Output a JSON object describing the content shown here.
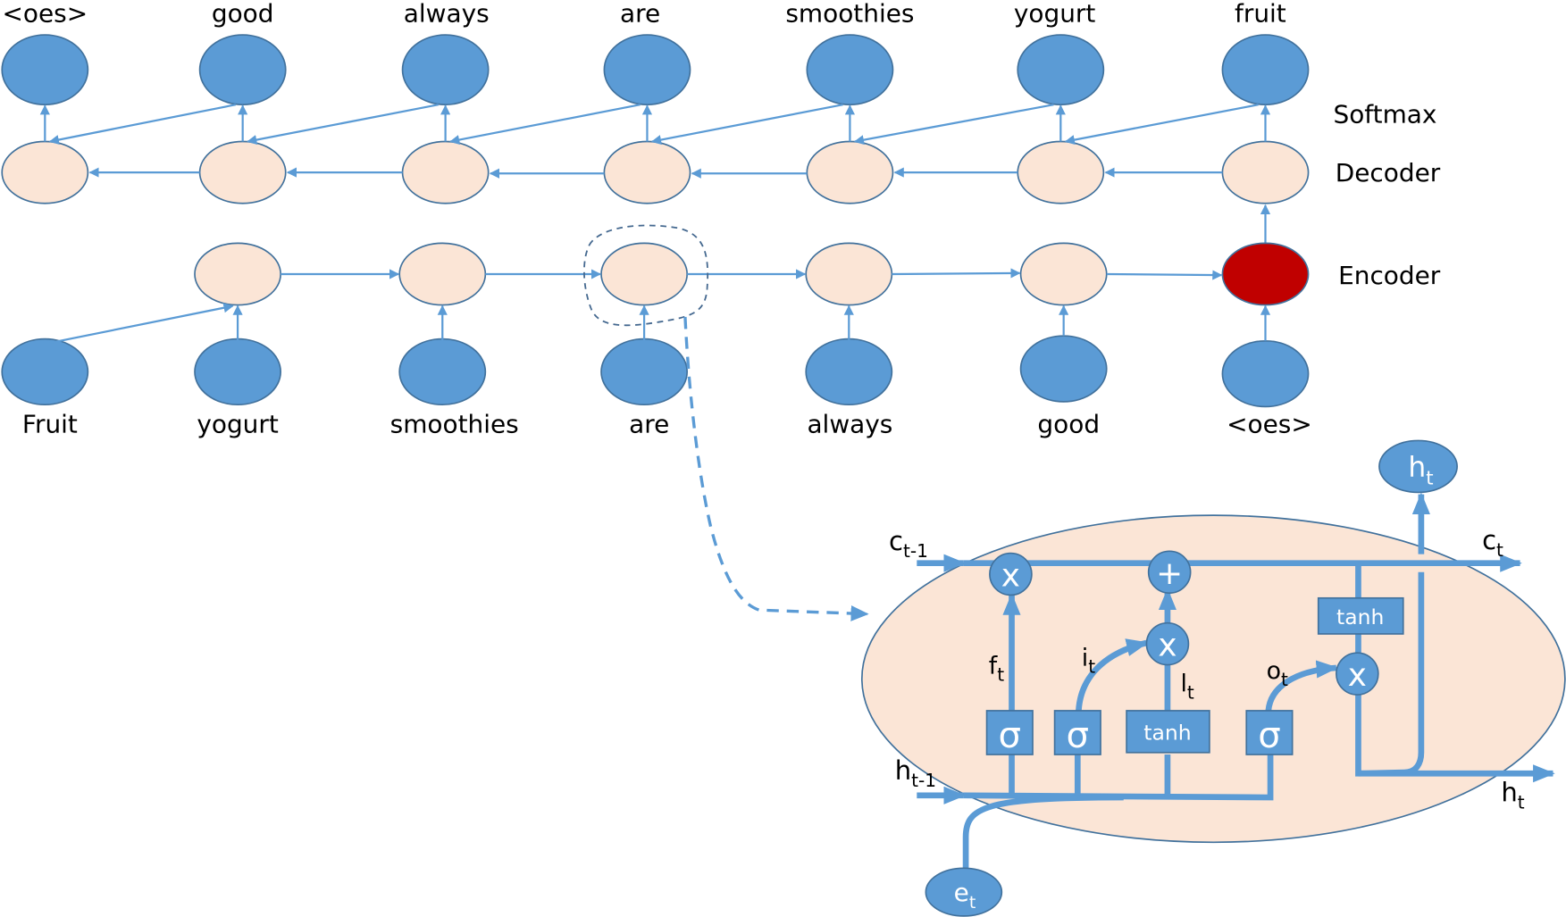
{
  "colors": {
    "blue": "#5b9bd5",
    "blue_stroke": "#41719c",
    "peach": "#fbe5d6",
    "red": "#c00000",
    "dash": "#44688f"
  },
  "layer_labels": {
    "softmax": "Softmax",
    "decoder": "Decoder",
    "encoder": "Encoder"
  },
  "output_words": [
    "<oes>",
    "good",
    "always",
    "are",
    "smoothies",
    "yogurt",
    "fruit"
  ],
  "input_words": [
    "Fruit",
    "yogurt",
    "smoothies",
    "are",
    "always",
    "good",
    "<oes>"
  ],
  "lstm_cell": {
    "inputs": {
      "c_prev": {
        "base": "c",
        "sub": "t-1"
      },
      "h_prev": {
        "base": "h",
        "sub": "t-1"
      },
      "embedding": {
        "base": "e",
        "sub": "t"
      }
    },
    "outputs": {
      "c_out": {
        "base": "c",
        "sub": "t"
      },
      "h_out": {
        "base": "h",
        "sub": "t"
      },
      "h_node": {
        "base": "h",
        "sub": "t"
      }
    },
    "gates": {
      "forget": {
        "base": "f",
        "sub": "t",
        "op": "σ"
      },
      "input": {
        "base": "i",
        "sub": "t",
        "op": "σ"
      },
      "candidate": {
        "base": "l",
        "sub": "t",
        "op": "tanh"
      },
      "output": {
        "base": "o",
        "sub": "t",
        "op": "σ"
      }
    },
    "cell_tanh": "tanh",
    "ops": {
      "multiply": "x",
      "add": "+"
    }
  }
}
